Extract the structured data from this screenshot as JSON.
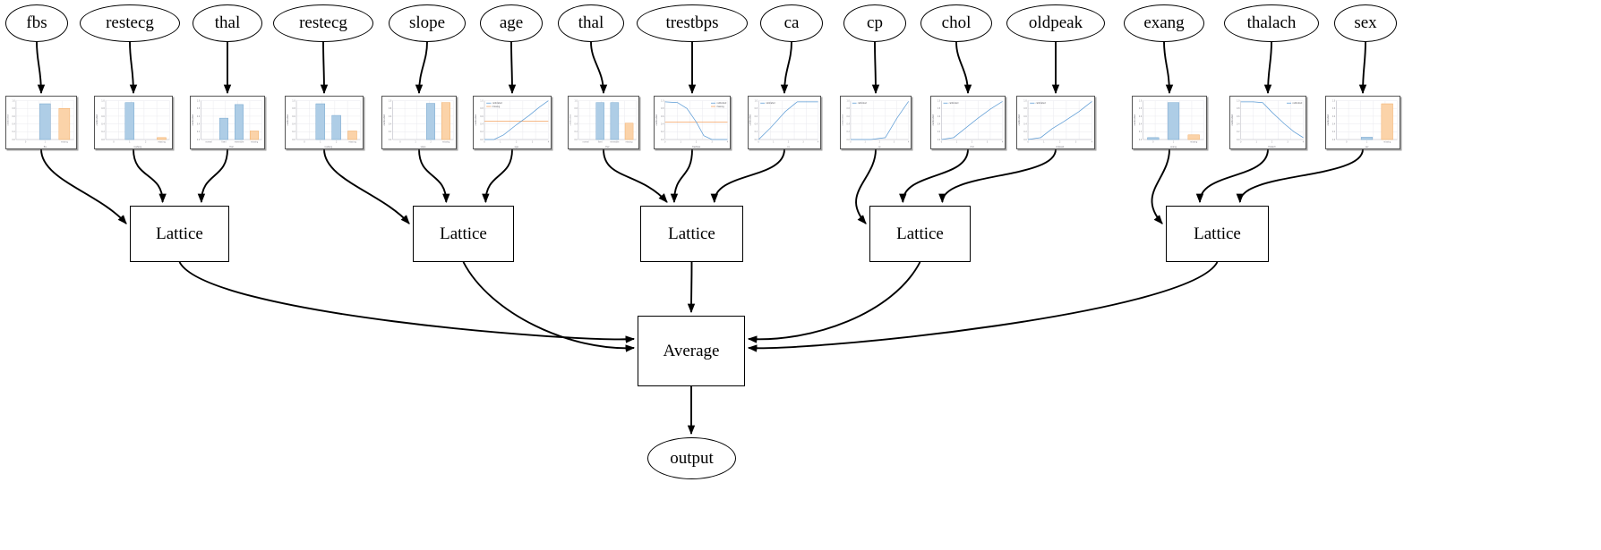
{
  "diagram": {
    "type": "calibrated-lattice-ensemble-graph",
    "title": "",
    "output_node": {
      "label": "output",
      "shape": "ellipse"
    },
    "aggregation_node": {
      "label": "Average",
      "shape": "box"
    },
    "lattice_label": "Lattice",
    "legend_labels": {
      "calibrated": "calibrated",
      "missing": "missing"
    },
    "colors": {
      "calibrated_line": "#5b9bd5",
      "missing_line": "#f4a261",
      "calibrated_bar_fill": "#aecde6",
      "missing_bar_fill": "#fbd3a9",
      "node_stroke": "#000000",
      "background": "#ffffff"
    }
  },
  "features": [
    {
      "name": "fbs",
      "calibrator": "calibrator-fbs"
    },
    {
      "name": "restecg",
      "calibrator": "calibrator-restecg-1"
    },
    {
      "name": "thal",
      "calibrator": "calibrator-thal-1"
    },
    {
      "name": "restecg",
      "calibrator": "calibrator-restecg-2"
    },
    {
      "name": "slope",
      "calibrator": "calibrator-slope"
    },
    {
      "name": "age",
      "calibrator": "calibrator-age"
    },
    {
      "name": "thal",
      "calibrator": "calibrator-thal-2"
    },
    {
      "name": "trestbps",
      "calibrator": "calibrator-trestbps"
    },
    {
      "name": "ca",
      "calibrator": "calibrator-ca"
    },
    {
      "name": "cp",
      "calibrator": "calibrator-cp"
    },
    {
      "name": "chol",
      "calibrator": "calibrator-chol"
    },
    {
      "name": "oldpeak",
      "calibrator": "calibrator-oldpeak"
    },
    {
      "name": "exang",
      "calibrator": "calibrator-exang"
    },
    {
      "name": "thalach",
      "calibrator": "calibrator-thalach"
    },
    {
      "name": "sex",
      "calibrator": "calibrator-sex"
    }
  ],
  "lattices": [
    {
      "label": "Lattice",
      "inputs": [
        "fbs",
        "restecg",
        "thal"
      ]
    },
    {
      "label": "Lattice",
      "inputs": [
        "restecg",
        "slope",
        "age"
      ]
    },
    {
      "label": "Lattice",
      "inputs": [
        "thal",
        "trestbps",
        "ca"
      ]
    },
    {
      "label": "Lattice",
      "inputs": [
        "cp",
        "chol",
        "oldpeak"
      ]
    },
    {
      "label": "Lattice",
      "inputs": [
        "exang",
        "thalach",
        "sex"
      ]
    }
  ],
  "chart_data": [
    {
      "id": "calibrator-fbs",
      "type": "bar",
      "ylabel": "calibrated",
      "xlabel": "fbs",
      "categories": [
        "0",
        "1",
        "missing"
      ],
      "values": [
        0.0,
        0.92,
        0.8
      ],
      "series_kind": [
        "cal",
        "cal",
        "mis"
      ],
      "ylim": [
        0,
        1
      ]
    },
    {
      "id": "calibrator-restecg-1",
      "type": "bar",
      "ylabel": "calibrated",
      "xlabel": "restecg",
      "categories": [
        "0",
        "1",
        "2",
        "missing"
      ],
      "values": [
        0.0,
        0.95,
        0.0,
        0.05
      ],
      "series_kind": [
        "cal",
        "cal",
        "cal",
        "mis"
      ],
      "ylim": [
        0,
        1
      ]
    },
    {
      "id": "calibrator-thal-1",
      "type": "bar",
      "ylabel": "calibrated",
      "xlabel": "thal",
      "categories": [
        "normal",
        "fixed",
        "reversible",
        "missing"
      ],
      "values": [
        0.0,
        0.55,
        0.9,
        0.22
      ],
      "series_kind": [
        "cal",
        "cal",
        "cal",
        "mis"
      ],
      "ylim": [
        0,
        1
      ]
    },
    {
      "id": "calibrator-restecg-2",
      "type": "bar",
      "ylabel": "calibrated",
      "xlabel": "restecg",
      "categories": [
        "0",
        "1",
        "2",
        "missing"
      ],
      "values": [
        0.0,
        0.92,
        0.62,
        0.22
      ],
      "series_kind": [
        "cal",
        "cal",
        "cal",
        "mis"
      ],
      "ylim": [
        0,
        1
      ]
    },
    {
      "id": "calibrator-slope",
      "type": "bar",
      "ylabel": "calibrated",
      "xlabel": "slope",
      "categories": [
        "0",
        "1",
        "2",
        "missing"
      ],
      "values": [
        0.0,
        0.0,
        0.93,
        0.95
      ],
      "series_kind": [
        "cal",
        "cal",
        "cal",
        "mis"
      ],
      "ylim": [
        0,
        1
      ]
    },
    {
      "id": "calibrator-age",
      "type": "line",
      "ylabel": "calibrated",
      "xlabel": "age",
      "legend": [
        "calibrated",
        "missing"
      ],
      "x": [
        0,
        0.15,
        0.3,
        0.5,
        0.7,
        0.85,
        1.0
      ],
      "calibrated": [
        0.0,
        0.0,
        0.12,
        0.38,
        0.62,
        0.82,
        1.0
      ],
      "missing": [
        0.47,
        0.47,
        0.47,
        0.47,
        0.47,
        0.47,
        0.47
      ],
      "ylim": [
        0,
        1
      ]
    },
    {
      "id": "calibrator-thal-2",
      "type": "bar",
      "ylabel": "calibrated",
      "xlabel": "thal",
      "categories": [
        "normal",
        "fixed",
        "reversible",
        "missing"
      ],
      "values": [
        0.0,
        0.95,
        0.95,
        0.42
      ],
      "series_kind": [
        "cal",
        "cal",
        "cal",
        "mis"
      ],
      "ylim": [
        0,
        1
      ]
    },
    {
      "id": "calibrator-trestbps",
      "type": "line",
      "ylabel": "calibrated",
      "xlabel": "trestbps",
      "legend": [
        "calibrated",
        "missing"
      ],
      "x": [
        0,
        0.2,
        0.35,
        0.5,
        0.62,
        0.75,
        1.0
      ],
      "calibrated": [
        0.97,
        0.95,
        0.8,
        0.45,
        0.1,
        0.0,
        0.0
      ],
      "missing": [
        0.45,
        0.45,
        0.45,
        0.45,
        0.45,
        0.45,
        0.45
      ],
      "ylim": [
        0,
        1
      ]
    },
    {
      "id": "calibrator-ca",
      "type": "line",
      "ylabel": "calibrated",
      "xlabel": "ca",
      "legend": [
        "calibrated"
      ],
      "x": [
        0,
        0.2,
        0.45,
        0.65,
        1.0
      ],
      "calibrated": [
        0.0,
        0.3,
        0.72,
        0.97,
        0.97
      ],
      "ylim": [
        0,
        1
      ]
    },
    {
      "id": "calibrator-cp",
      "type": "line",
      "ylabel": "calibrated",
      "xlabel": "cp",
      "legend": [
        "calibrated"
      ],
      "x": [
        0,
        0.35,
        0.6,
        0.8,
        1.0
      ],
      "calibrated": [
        0.0,
        0.0,
        0.05,
        0.55,
        0.98
      ],
      "ylim": [
        0,
        1
      ]
    },
    {
      "id": "calibrator-chol",
      "type": "line",
      "ylabel": "calibrated",
      "xlabel": "chol",
      "legend": [
        "calibrated"
      ],
      "x": [
        0,
        0.2,
        0.4,
        0.6,
        0.8,
        1.0
      ],
      "calibrated": [
        0.0,
        0.05,
        0.3,
        0.55,
        0.78,
        0.98
      ],
      "ylim": [
        0,
        1
      ]
    },
    {
      "id": "calibrator-oldpeak",
      "type": "line",
      "ylabel": "calibrated",
      "xlabel": "oldpeak",
      "legend": [
        "calibrated"
      ],
      "x": [
        0,
        0.2,
        0.38,
        0.55,
        0.8,
        1.0
      ],
      "calibrated": [
        0.0,
        0.05,
        0.28,
        0.45,
        0.72,
        0.98
      ],
      "ylim": [
        0,
        1
      ]
    },
    {
      "id": "calibrator-exang",
      "type": "bar",
      "ylabel": "calibrated",
      "xlabel": "exang",
      "categories": [
        "0",
        "1",
        "missing"
      ],
      "values": [
        0.05,
        0.95,
        0.12
      ],
      "series_kind": [
        "cal",
        "cal",
        "mis"
      ],
      "ylim": [
        0,
        1
      ]
    },
    {
      "id": "calibrator-thalach",
      "type": "line",
      "ylabel": "calibrated",
      "xlabel": "thalach",
      "legend": [
        "calibrated"
      ],
      "x": [
        0,
        0.2,
        0.35,
        0.5,
        0.7,
        0.85,
        1.0
      ],
      "calibrated": [
        0.97,
        0.97,
        0.95,
        0.7,
        0.4,
        0.2,
        0.05
      ],
      "ylim": [
        0,
        1
      ]
    },
    {
      "id": "calibrator-sex",
      "type": "bar",
      "ylabel": "calibrated",
      "xlabel": "sex",
      "categories": [
        "0",
        "1",
        "missing"
      ],
      "values": [
        0.0,
        0.06,
        0.92
      ],
      "series_kind": [
        "cal",
        "cal",
        "mis"
      ],
      "ylim": [
        0,
        1
      ]
    }
  ]
}
